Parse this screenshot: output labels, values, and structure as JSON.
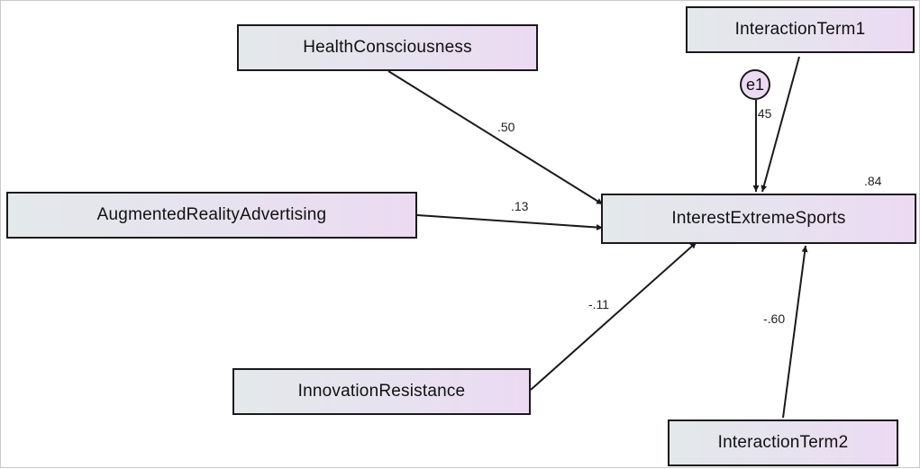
{
  "diagram": {
    "nodes": {
      "health": "HealthConsciousness",
      "ar_ads": "AugmentedRealityAdvertising",
      "innovation": "InnovationResistance",
      "interest": "InterestExtremeSports",
      "term1": "InteractionTerm1",
      "term2": "InteractionTerm2",
      "error": "e1"
    },
    "coefficients": {
      "health_to_interest": ".50",
      "ar_to_interest": ".13",
      "innovation_to_interest": "-.11",
      "term1_to_interest": ".45",
      "term2_to_interest": "-.60",
      "interest_r2": ".84"
    },
    "colors": {
      "stroke": "#1a1a1a",
      "box_fill_left": "#e3e8ea",
      "box_fill_right": "#ecdaf3"
    }
  }
}
